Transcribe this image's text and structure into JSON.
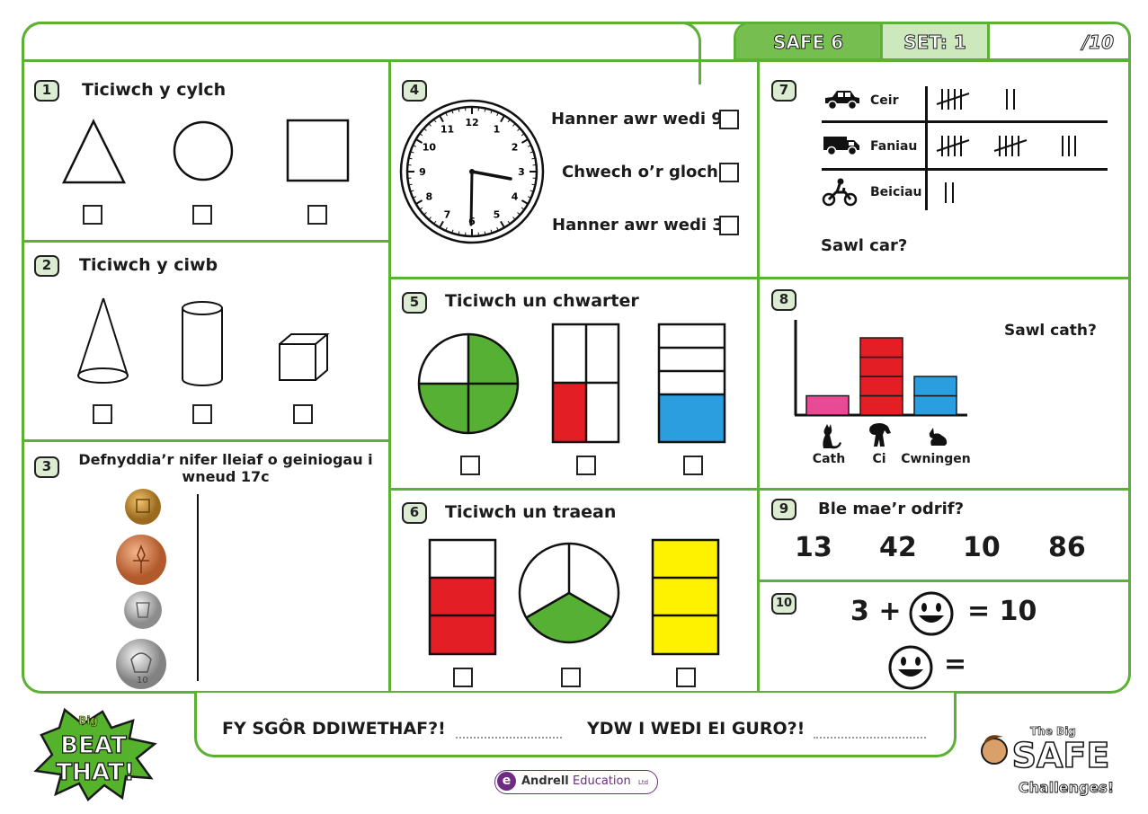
{
  "header": {
    "safe": "SAFE 6",
    "set": "SET: 1",
    "score": "/10"
  },
  "q1": {
    "num": "1",
    "title": "Ticiwch y cylch"
  },
  "q2": {
    "num": "2",
    "title": "Ticiwch y ciwb"
  },
  "q3": {
    "num": "3",
    "title": "Defnyddia’r nifer lleiaf o geiniogau i wneud 17c",
    "coin_label": "10"
  },
  "q4": {
    "num": "4",
    "options": [
      "Hanner awr wedi 9",
      "Chwech o’r gloch",
      "Hanner awr wedi 3"
    ],
    "clock_numbers": [
      "12",
      "1",
      "2",
      "3",
      "4",
      "5",
      "6",
      "7",
      "8",
      "9",
      "10",
      "11"
    ]
  },
  "q5": {
    "num": "5",
    "title": "Ticiwch un chwarter"
  },
  "q6": {
    "num": "6",
    "title": "Ticiwch un traean"
  },
  "q7": {
    "num": "7",
    "rows": [
      {
        "label": "Ceir"
      },
      {
        "label": "Faniau"
      },
      {
        "label": "Beiciau"
      }
    ],
    "question": "Sawl car?"
  },
  "q8": {
    "num": "8",
    "question": "Sawl cath?",
    "chart_data": {
      "type": "bar",
      "categories": [
        "Cath",
        "Ci",
        "Cwningen"
      ],
      "values": [
        1,
        4,
        2
      ],
      "colors": [
        "#e84a96",
        "#e31e24",
        "#2b9ee0"
      ]
    }
  },
  "q9": {
    "num": "9",
    "question": "Ble mae’r odrif?",
    "numbers": [
      "13",
      "42",
      "10",
      "86"
    ]
  },
  "q10": {
    "num": "10",
    "plus": "3 +",
    "equals": "= 10",
    "eq2": "="
  },
  "footer": {
    "last_score": "FY SGÔR DDIWETHAF?!",
    "beaten": "YDW I WEDI EI GURO?!",
    "logo_left": [
      "BEAT",
      "THAT!"
    ],
    "logo_left_small": "Big",
    "logo_right": "SAFE",
    "logo_right_top": "The Big",
    "logo_right_bottom": "Challenges!",
    "publisher": "Andrell",
    "publisher2": "Education",
    "publisher_ltd": "Ltd"
  }
}
